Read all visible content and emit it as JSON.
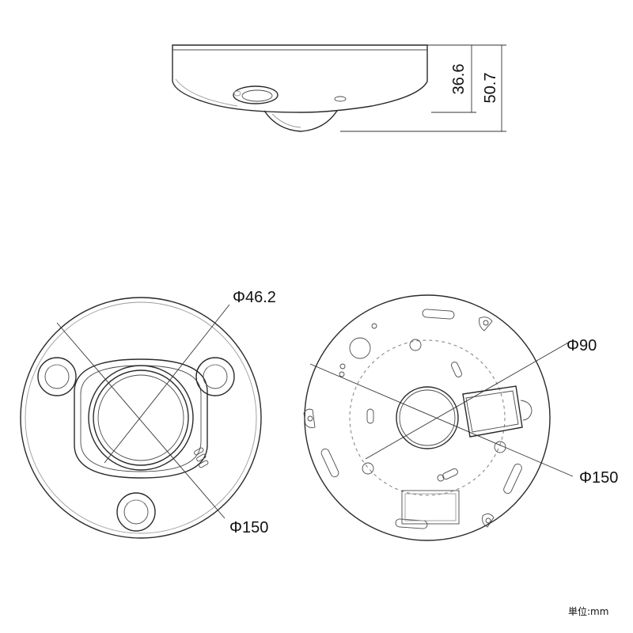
{
  "dimensions": {
    "side_height_body": "36.6",
    "side_height_total": "50.7",
    "front_lens_diameter": "Φ46.2",
    "front_outer_diameter": "Φ150",
    "back_inner_diameter": "Φ90",
    "back_outer_diameter": "Φ150"
  },
  "unit_label": "単位:mm",
  "colors": {
    "line": "#2a2a2a",
    "dashed": "#8a8a8a",
    "background": "#ffffff"
  }
}
